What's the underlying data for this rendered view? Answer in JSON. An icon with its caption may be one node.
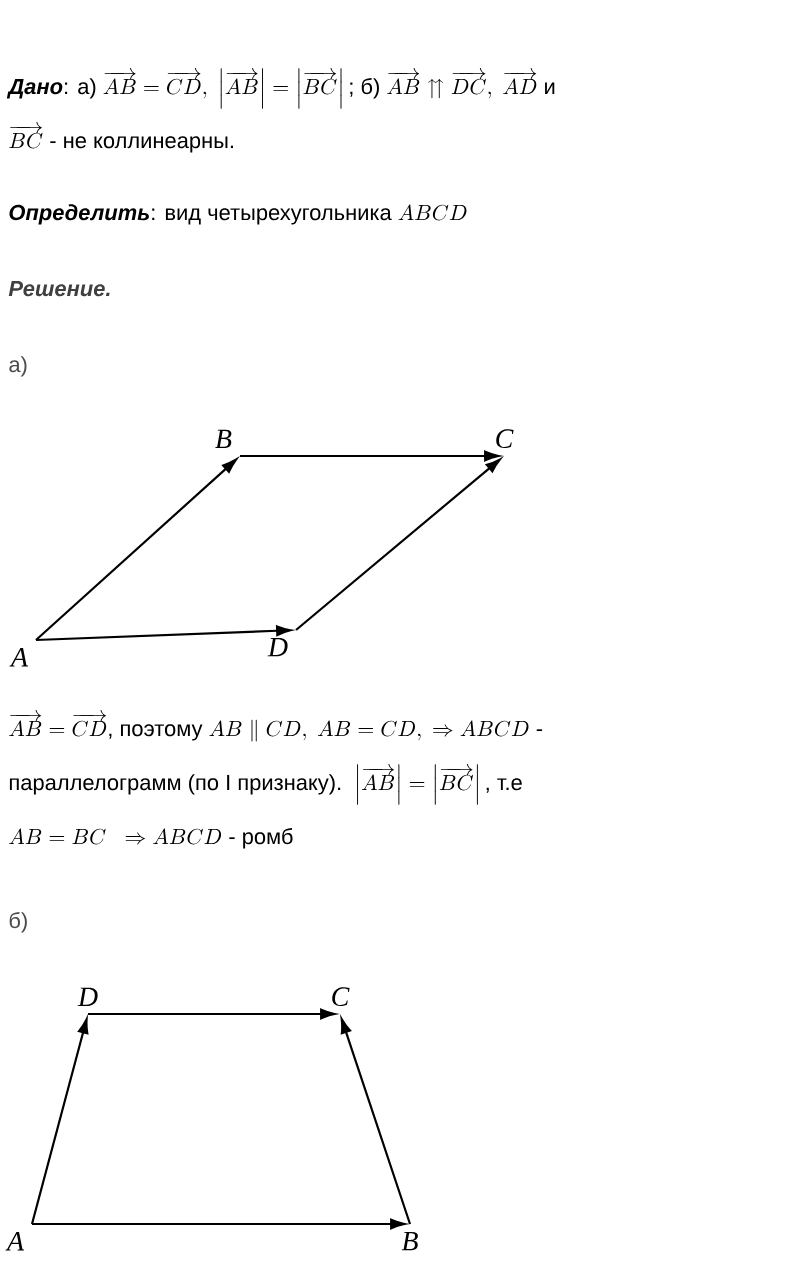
{
  "diagram": {
    "nodes": [
      {
        "text": [
          "B"
        ]
      },
      {
        "text": [
          "C"
        ]
      },
      {
        "text": [
          "A"
        ]
      },
      {
        "text": [
          "D"
        ]
      },
      {
        "text": [
          "D"
        ]
      },
      {
        "text": [
          "C"
        ]
      },
      {
        "text": [
          "A"
        ]
      },
      {
        "text": [
          "B"
        ]
      }
    ],
    "edges": [
      {
        "from": 2,
        "to": 0,
        "arrow": "to"
      },
      {
        "from": 0,
        "to": 1,
        "arrow": "to"
      },
      {
        "from": 2,
        "to": 3,
        "arrow": "to"
      },
      {
        "from": 3,
        "to": 1,
        "arrow": "to"
      },
      {
        "from": 6,
        "to": 4,
        "arrow": "to"
      },
      {
        "from": 4,
        "to": 5,
        "arrow": "to"
      },
      {
        "from": 6,
        "to": 7,
        "arrow": "to"
      },
      {
        "from": 7,
        "to": 5,
        "arrow": "to"
      }
    ],
    "labels": [
      "\\text{\\textbf{\\textit{Дано}}: а) }\\overrightarrow{AB}=\\overrightarrow{CD},\\ \\left|\\overrightarrow{AB}\\right|=\\left|\\overrightarrow{BC}\\right|\\text{; б) }\\overrightarrow{AB}\\upuparrows\\overrightarrow{DC},\\ \\overrightarrow{AD}\\text{ и}",
      "\\overrightarrow{BC}\\text{ - не коллинеарны.}",
      "\\text{\\textbf{\\textit{Определить}}: вид четырехугольника }ABCD",
      "Решение.",
      "а)",
      "\\overrightarrow{AB}=\\overrightarrow{CD}\\text{, поэтому }AB\\parallel CD,\\ AB=CD,\\ \\Rightarrow ABCD\\text{ -}",
      "\\text{параллелограмм (по I признаку). }\\left|\\overrightarrow{AB}\\right|=\\left|\\overrightarrow{BC}\\right|\\text{, т.е}",
      "AB=BC\\ \\ \\Rightarrow ABCD\\text{ - ромб}",
      "б)"
    ]
  }
}
